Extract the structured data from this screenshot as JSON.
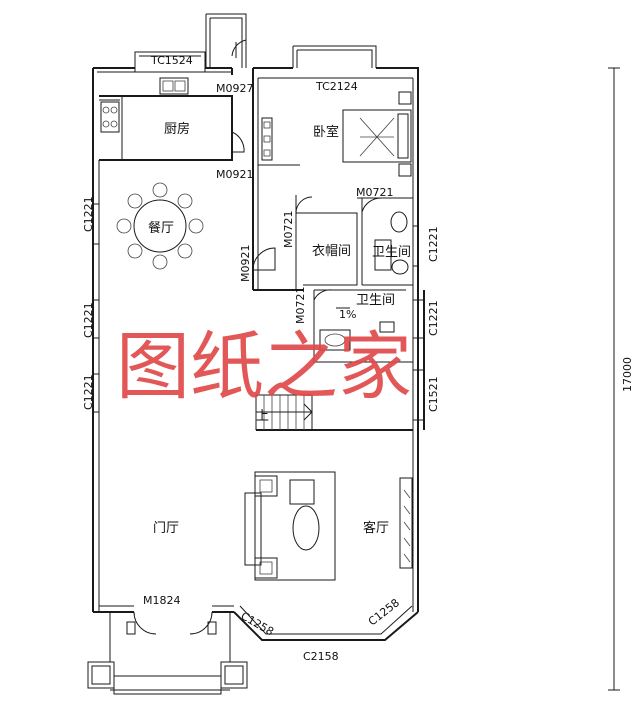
{
  "labels": {
    "tc1524": "TC1524",
    "m0927": "M0927",
    "tc2124": "TC2124",
    "kitchen": "厨房",
    "bedroom": "卧室",
    "m0921_top": "M0921",
    "m0721_top": "M0721",
    "dining": "餐厅",
    "c1221_left_1": "C1221",
    "m0921_side": "M0921",
    "m0721_side": "M0721",
    "closet": "衣帽间",
    "bath_1": "卫生间",
    "c1221_right_1": "C1221",
    "m0721_lower": "M0721",
    "slope": "1%",
    "bath_2": "卫生间",
    "c1221_left_2": "C1221",
    "c1221_right_2": "C1221",
    "c1221_left_3": "C1221",
    "c1521_right": "C1521",
    "stair_up": "上",
    "foyer": "门厅",
    "living": "客厅",
    "m1824": "M1824",
    "c1258_left": "C1258",
    "c1258_right": "C1258",
    "c2158": "C2158",
    "dimension": "17000"
  },
  "watermark": "图纸之家"
}
